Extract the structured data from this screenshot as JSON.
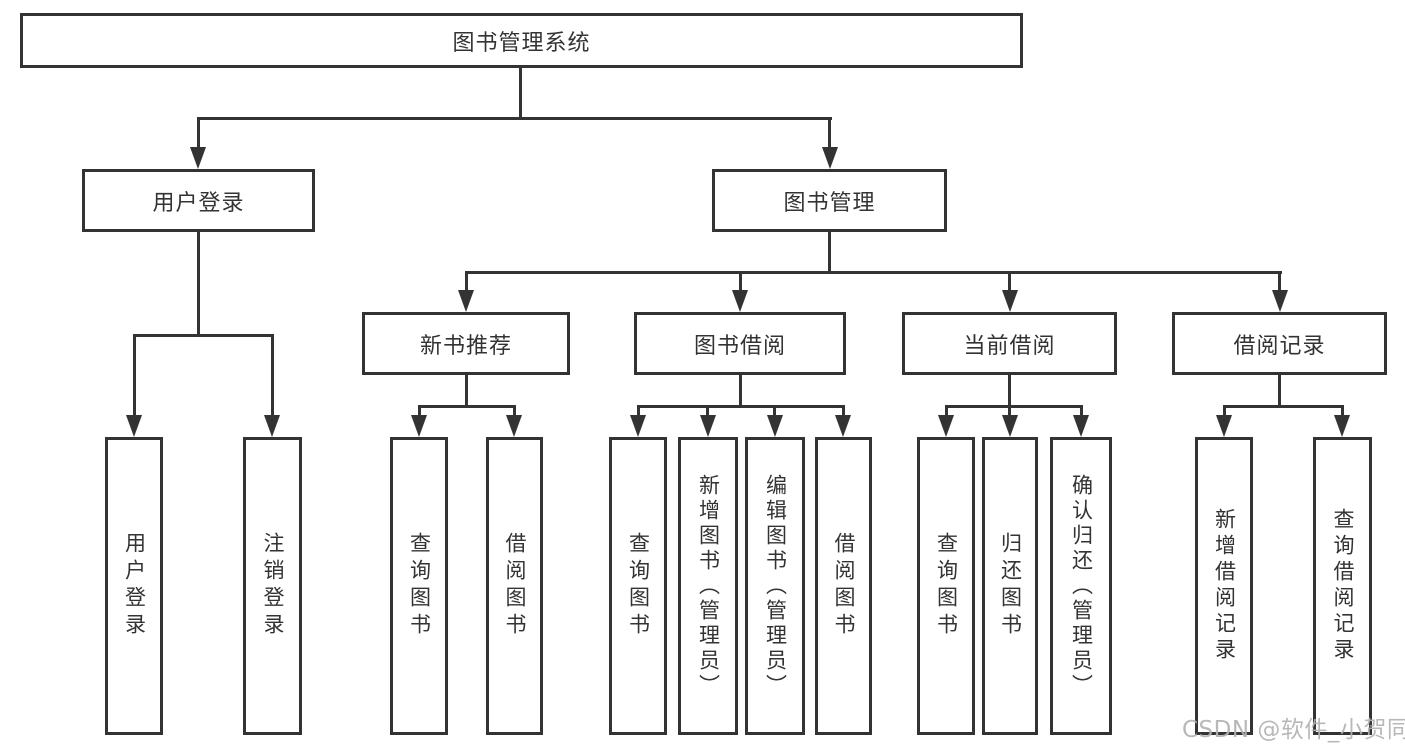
{
  "diagram": {
    "type": "tree",
    "title": "图书管理系统",
    "colors": {
      "line": "#333333",
      "text": "#333333",
      "box_background": "#ffffff",
      "watermark": "#b3b3b3"
    },
    "nodes": {
      "root": "图书管理系统",
      "user_login": "用户登录",
      "book_mgmt": "图书管理",
      "new_book_rec": "新书推荐",
      "book_borrow": "图书借阅",
      "current_borrow": "当前借阅",
      "borrow_record": "借阅记录",
      "a1": "用户登录",
      "a2": "注销登录",
      "b1": "查询图书",
      "b2": "借阅图书",
      "c1": "查询图书",
      "c2": "新增图书（管理员）",
      "c3": "编辑图书（管理员）",
      "c4": "借阅图书",
      "d1": "查询图书",
      "d2": "归还图书",
      "d3": "确认归还（管理员）",
      "e1": "新增借阅记录",
      "e2": "查询借阅记录"
    },
    "hierarchy": {
      "图书管理系统": {
        "用户登录": [
          "用户登录",
          "注销登录"
        ],
        "图书管理": {
          "新书推荐": [
            "查询图书",
            "借阅图书"
          ],
          "图书借阅": [
            "查询图书",
            "新增图书（管理员）",
            "编辑图书（管理员）",
            "借阅图书"
          ],
          "当前借阅": [
            "查询图书",
            "归还图书",
            "确认归还（管理员）"
          ],
          "借阅记录": [
            "新增借阅记录",
            "查询借阅记录"
          ]
        }
      }
    },
    "watermark": "CSDN @软件_小贺同学"
  }
}
